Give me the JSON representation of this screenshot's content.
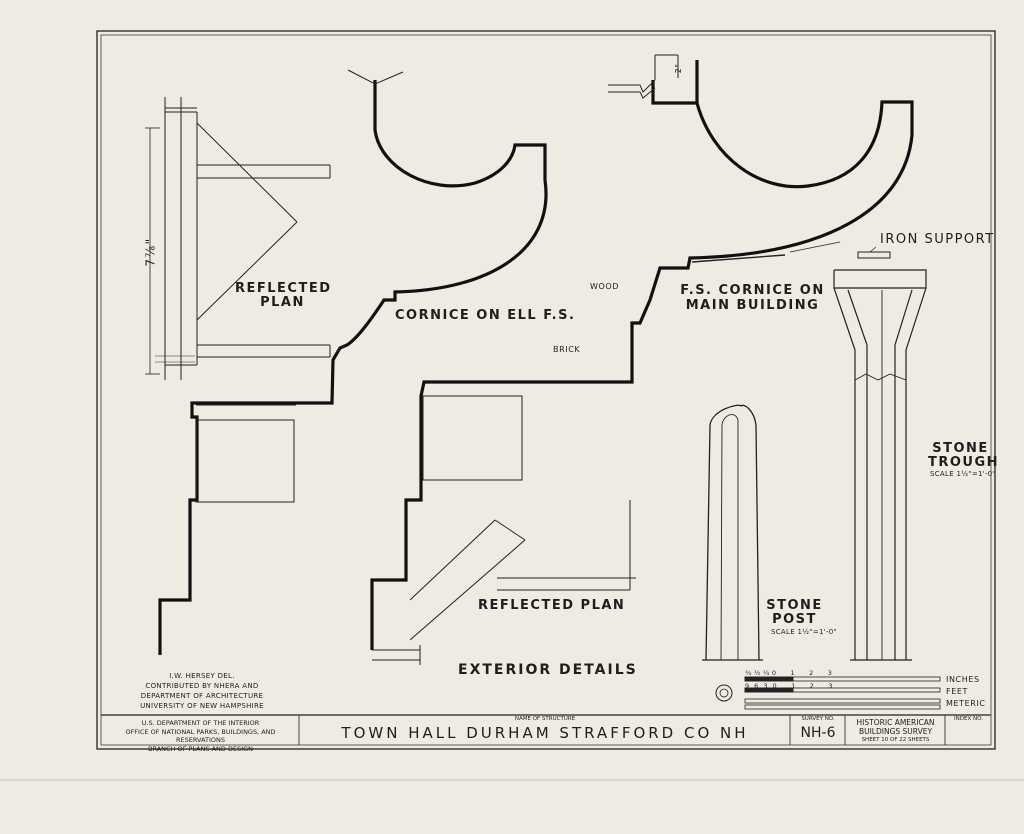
{
  "drawing": {
    "labels": {
      "reflected_plan_left": "REFLECTED\nPLAN",
      "cornice_ell": "CORNICE ON ELL F.S.",
      "wood": "WOOD",
      "brick": "BRICK",
      "fs_cornice": "F.S. CORNICE ON\nMAIN BUILDING",
      "iron_support": "IRON SUPPORT",
      "stone_trough": "STONE\nTROUGH",
      "stone_trough_scale": "SCALE 1½\"=1'-0\"",
      "stone_post": "STONE\nPOST",
      "stone_post_scale": "SCALE 1½\"=1'-0\"",
      "reflected_plan_bottom": "REFLECTED PLAN",
      "exterior_details": "EXTERIOR DETAILS",
      "dimension": "7⅞\"",
      "dimension_small": "2\""
    },
    "scale_bar": {
      "inches_label": "INCHES",
      "feet_label": "FEET",
      "metric_label": "METERIC",
      "inch_ticks": "¾ ½ ¼ 0      1      2      3",
      "feet_ticks": "9  6  3  0      1      2      3"
    },
    "credits": [
      "I.W. HERSEY DEL.",
      "CONTRIBUTED BY NHERA AND",
      "DEPARTMENT OF ARCHITECTURE",
      "UNIVERSITY OF NEW HAMPSHIRE"
    ]
  },
  "title_block": {
    "agency_lines": [
      "U.S. DEPARTMENT OF THE INTERIOR",
      "OFFICE OF NATIONAL PARKS, BUILDINGS, AND RESERVATIONS",
      "BRANCH OF PLANS AND DESIGN"
    ],
    "name_of_structure_label": "NAME OF STRUCTURE",
    "structure_name": "TOWN HALL DURHAM STRAFFORD CO NH",
    "survey_no_label": "SURVEY NO.",
    "survey_no": "NH-6",
    "habs_lines": [
      "HISTORIC AMERICAN",
      "BUILDINGS SURVEY"
    ],
    "sheet_text": "SHEET 10 OF 22 SHEETS",
    "index_label": "INDEX NO."
  }
}
